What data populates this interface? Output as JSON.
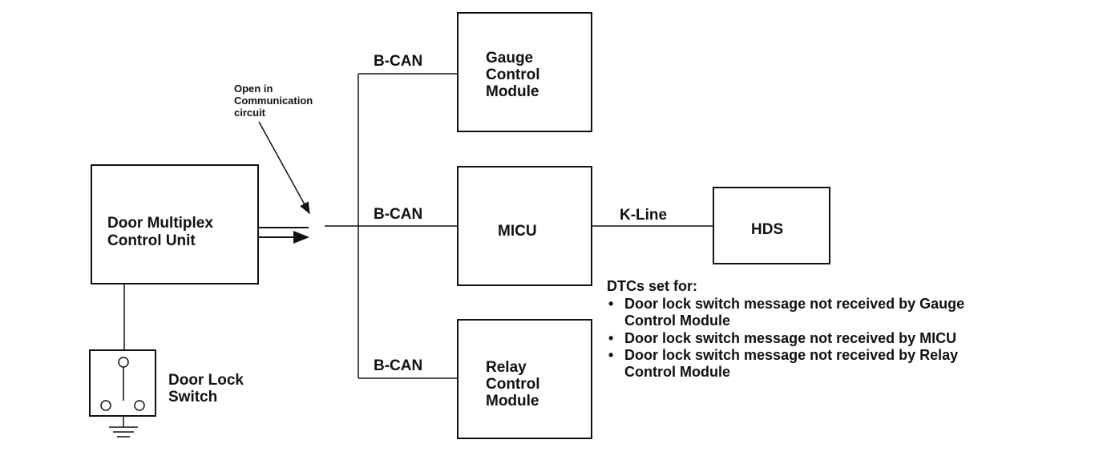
{
  "diagram": {
    "modules": {
      "door_multiplex": [
        "Door Multiplex",
        "Control Unit"
      ],
      "gauge": [
        "Gauge",
        "Control",
        "Module"
      ],
      "micu": [
        "MICU"
      ],
      "relay": [
        "Relay",
        "Control",
        "Module"
      ],
      "hds": [
        "HDS"
      ]
    },
    "door_lock_switch": [
      "Door Lock",
      "Switch"
    ],
    "bus_labels": {
      "top": "B-CAN",
      "middle": "B-CAN",
      "bottom": "B-CAN",
      "k_line": "K-Line"
    },
    "fault_callout": [
      "Open in",
      "Communication",
      "circuit"
    ],
    "notes": {
      "heading": "DTCs set for:",
      "bullet": "•",
      "items": [
        [
          "Door lock switch message not received by Gauge",
          "Control Module"
        ],
        [
          "Door lock switch message not received by MICU"
        ],
        [
          "Door lock switch message not received by Relay",
          "Control Module"
        ]
      ]
    }
  }
}
